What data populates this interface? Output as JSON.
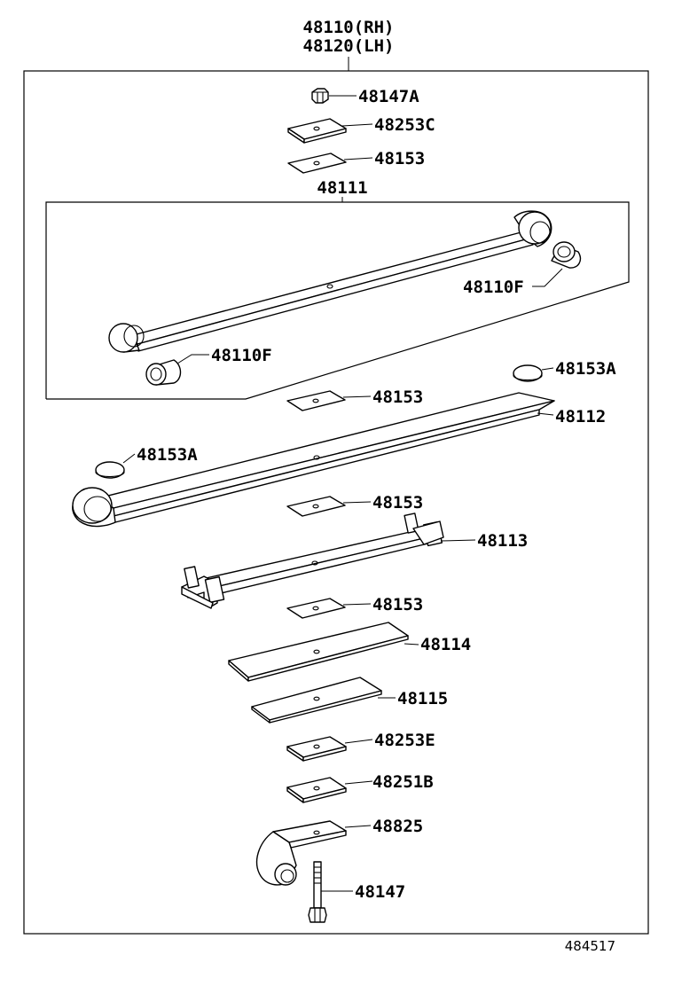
{
  "assembly": {
    "rh": "48110(RH)",
    "lh": "48120(LH)"
  },
  "subassembly": "48111",
  "parts": {
    "nut": "48147A",
    "plate_top": "48253C",
    "pad_1": "48153",
    "bushing_rear": "48110F",
    "bushing_front": "48110F",
    "cap_right": "48153A",
    "pad_2": "48153",
    "leaf_2": "48112",
    "cap_left": "48153A",
    "pad_3": "48153",
    "leaf_3": "48113",
    "pad_4": "48153",
    "leaf_4": "48114",
    "leaf_5": "48115",
    "plate_e": "48253E",
    "plate_b": "48251B",
    "shackle": "48825",
    "bolt": "48147"
  },
  "figure_ref": "484517"
}
